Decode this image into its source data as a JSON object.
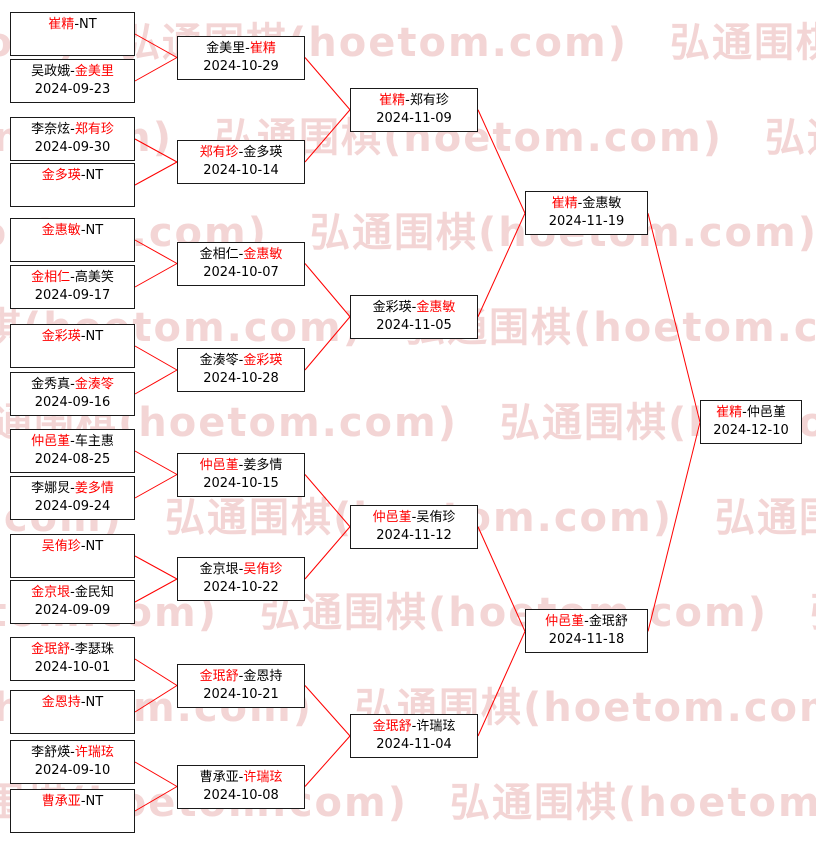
{
  "watermark": {
    "text": "弘通围棋(hoetom.com)",
    "color": "#eab4b4"
  },
  "colors": {
    "winner": "#ff0000",
    "loser": "#000000",
    "line": "#ff0000",
    "box_border": "#1a1a1a",
    "box_bg": "#ffffff"
  },
  "rounds": [
    {
      "name": "round-1",
      "matches": [
        {
          "p1": "崔精",
          "p2": "NT",
          "winner": 1,
          "date": ""
        },
        {
          "p1": "吴政娥",
          "p2": "金美里",
          "winner": 2,
          "date": "2024-09-23"
        },
        {
          "p1": "李奈炫",
          "p2": "郑有珍",
          "winner": 2,
          "date": "2024-09-30"
        },
        {
          "p1": "金多瑛",
          "p2": "NT",
          "winner": 1,
          "date": ""
        },
        {
          "p1": "金惠敏",
          "p2": "NT",
          "winner": 1,
          "date": ""
        },
        {
          "p1": "金相仁",
          "p2": "高美笑",
          "winner": 1,
          "date": "2024-09-17"
        },
        {
          "p1": "金彩瑛",
          "p2": "NT",
          "winner": 1,
          "date": ""
        },
        {
          "p1": "金秀真",
          "p2": "金湊笭",
          "winner": 2,
          "date": "2024-09-16"
        },
        {
          "p1": "仲邑堇",
          "p2": "车主惠",
          "winner": 1,
          "date": "2024-08-25"
        },
        {
          "p1": "李娜炅",
          "p2": "姜多情",
          "winner": 2,
          "date": "2024-09-24"
        },
        {
          "p1": "吴侑珍",
          "p2": "NT",
          "winner": 1,
          "date": ""
        },
        {
          "p1": "金京垠",
          "p2": "金民知",
          "winner": 1,
          "date": "2024-09-09"
        },
        {
          "p1": "金珉舒",
          "p2": "李瑟珠",
          "winner": 1,
          "date": "2024-10-01"
        },
        {
          "p1": "金恩持",
          "p2": "NT",
          "winner": 1,
          "date": ""
        },
        {
          "p1": "李舒煐",
          "p2": "许瑞玹",
          "winner": 2,
          "date": "2024-09-10"
        },
        {
          "p1": "曹承亚",
          "p2": "NT",
          "winner": 1,
          "date": ""
        }
      ]
    },
    {
      "name": "round-2",
      "matches": [
        {
          "p1": "金美里",
          "p2": "崔精",
          "winner": 2,
          "date": "2024-10-29"
        },
        {
          "p1": "郑有珍",
          "p2": "金多瑛",
          "winner": 1,
          "date": "2024-10-14"
        },
        {
          "p1": "金相仁",
          "p2": "金惠敏",
          "winner": 2,
          "date": "2024-10-07"
        },
        {
          "p1": "金湊笭",
          "p2": "金彩瑛",
          "winner": 2,
          "date": "2024-10-28"
        },
        {
          "p1": "仲邑堇",
          "p2": "姜多情",
          "winner": 1,
          "date": "2024-10-15"
        },
        {
          "p1": "金京垠",
          "p2": "吴侑珍",
          "winner": 2,
          "date": "2024-10-22"
        },
        {
          "p1": "金珉舒",
          "p2": "金恩持",
          "winner": 1,
          "date": "2024-10-21"
        },
        {
          "p1": "曹承亚",
          "p2": "许瑞玹",
          "winner": 2,
          "date": "2024-10-08"
        }
      ]
    },
    {
      "name": "quarterfinals",
      "matches": [
        {
          "p1": "崔精",
          "p2": "郑有珍",
          "winner": 1,
          "date": "2024-11-09"
        },
        {
          "p1": "金彩瑛",
          "p2": "金惠敏",
          "winner": 2,
          "date": "2024-11-05"
        },
        {
          "p1": "仲邑堇",
          "p2": "吴侑珍",
          "winner": 1,
          "date": "2024-11-12"
        },
        {
          "p1": "金珉舒",
          "p2": "许瑞玹",
          "winner": 1,
          "date": "2024-11-04"
        }
      ]
    },
    {
      "name": "semifinals",
      "matches": [
        {
          "p1": "崔精",
          "p2": "金惠敏",
          "winner": 1,
          "date": "2024-11-19"
        },
        {
          "p1": "仲邑堇",
          "p2": "金珉舒",
          "winner": 1,
          "date": "2024-11-18"
        }
      ]
    },
    {
      "name": "final",
      "matches": [
        {
          "p1": "崔精",
          "p2": "仲邑堇",
          "winner": 1,
          "date": "2024-12-10"
        }
      ]
    }
  ]
}
